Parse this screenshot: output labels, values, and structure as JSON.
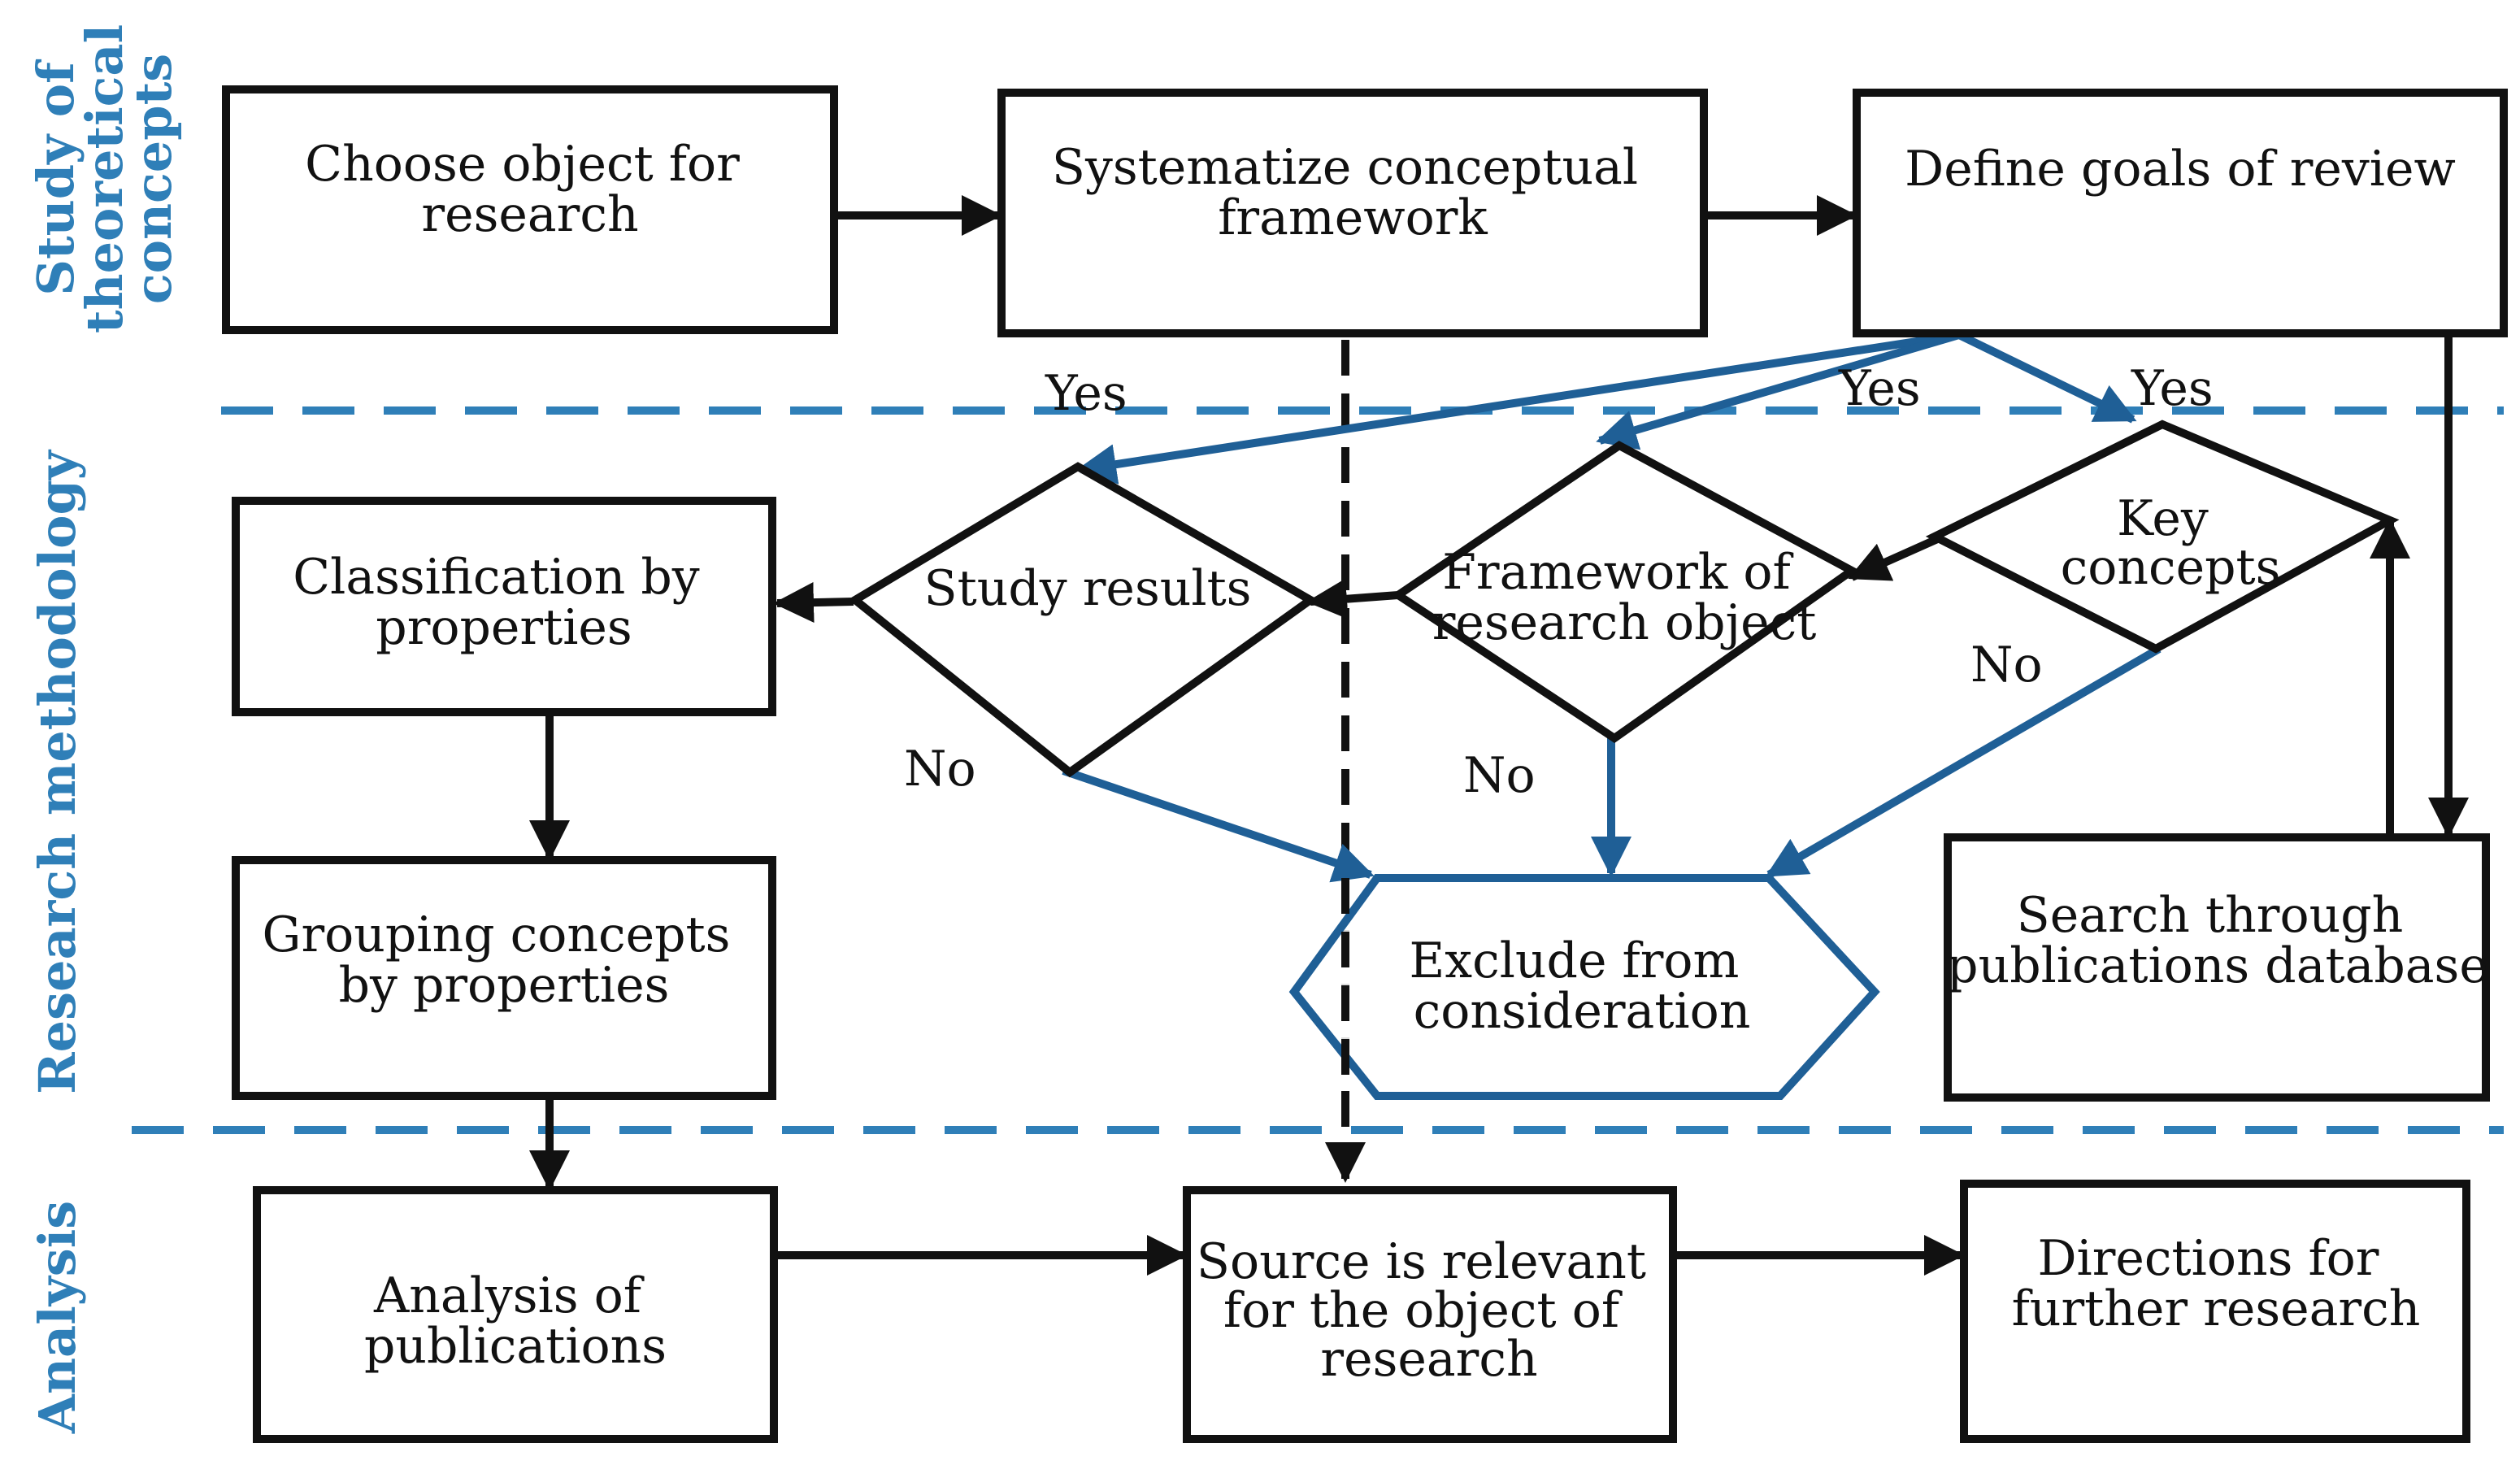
{
  "colors": {
    "black": "#111111",
    "blue": "#1f5f96",
    "accent": "#2f7fb8"
  },
  "sections": [
    {
      "id": "theory",
      "lines": [
        "Study of",
        "theoretical",
        "concepts"
      ]
    },
    {
      "id": "method",
      "lines": [
        "Research methodology"
      ]
    },
    {
      "id": "analysis",
      "lines": [
        "Analysis"
      ]
    }
  ],
  "nodes": [
    {
      "id": "choose-object",
      "shape": "rect",
      "lines": [
        "Choose object for",
        "research"
      ]
    },
    {
      "id": "systematize",
      "shape": "rect",
      "lines": [
        "Systematize conceptual",
        "framework"
      ]
    },
    {
      "id": "define-goals",
      "shape": "rect",
      "lines": [
        "Define goals of review"
      ]
    },
    {
      "id": "study-results",
      "shape": "diamond",
      "lines": [
        "Study results"
      ]
    },
    {
      "id": "framework-object",
      "shape": "diamond",
      "lines": [
        "Framework of",
        "research object"
      ]
    },
    {
      "id": "key-concepts",
      "shape": "diamond",
      "lines": [
        "Key",
        "concepts"
      ]
    },
    {
      "id": "classification",
      "shape": "rect",
      "lines": [
        "Classification by",
        "properties"
      ]
    },
    {
      "id": "grouping",
      "shape": "rect",
      "lines": [
        "Grouping concepts",
        "by properties"
      ]
    },
    {
      "id": "exclude",
      "shape": "hexagon",
      "lines": [
        "Exclude from",
        "consideration"
      ]
    },
    {
      "id": "search-db",
      "shape": "rect",
      "lines": [
        "Search through",
        "publications database"
      ]
    },
    {
      "id": "analysis-pub",
      "shape": "rect",
      "lines": [
        "Analysis of",
        "publications"
      ]
    },
    {
      "id": "source-relevant",
      "shape": "rect",
      "lines": [
        "Source is relevant",
        "for the object of",
        "research"
      ]
    },
    {
      "id": "directions",
      "shape": "rect",
      "lines": [
        "Directions for",
        "further research"
      ]
    }
  ],
  "edge_labels": [
    {
      "id": "yes-study",
      "text": "Yes"
    },
    {
      "id": "yes-framework",
      "text": "Yes"
    },
    {
      "id": "yes-key",
      "text": "Yes"
    },
    {
      "id": "no-study",
      "text": "No"
    },
    {
      "id": "no-framework",
      "text": "No"
    },
    {
      "id": "no-key",
      "text": "No"
    }
  ]
}
